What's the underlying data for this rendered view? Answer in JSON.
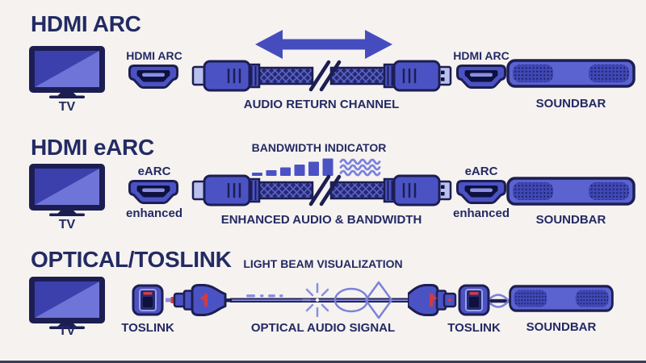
{
  "colors": {
    "background": "#f5f2f0",
    "ink": "#232a63",
    "outline": "#1c1e52",
    "primary": "#4b53c4",
    "primary_dark": "#262a6e",
    "port_opening": "#0e1040",
    "accent": "#8a8fe0",
    "wave": "#7b82dc",
    "plug_tip": "#b9c0ec",
    "red_marker": "#d23b45",
    "soundbar_body": "#5b63d0",
    "grille": "#3f48b6",
    "screen_dark": "#3b40ac",
    "screen_light": "#6f74d8",
    "arrow": "#454dbe"
  },
  "icons": {
    "tv-icon": "television set with stand",
    "hdmi-port-icon": "HDMI socket",
    "hdmi-cable-icon": "braided HDMI cable with length break",
    "double-arrow-icon": "bidirectional arrow",
    "bandwidth-bars-icon": "ascending bandwidth bars",
    "signal-waves-icon": "signal waves",
    "toslink-port-icon": "square optical socket",
    "optical-plug-icon": "TOSLINK plug with red marker",
    "light-beam-icon": "light beam with starburst, lens and prism",
    "lens-link-icon": "optical coupling lens",
    "soundbar-icon": "soundbar with speaker grilles"
  },
  "sections": [
    {
      "title": "HDMI ARC",
      "tv_label": "TV",
      "source_port_label": "HDMI ARC",
      "dest_port_label": "HDMI ARC",
      "cable_caption": "AUDIO RETURN CHANNEL",
      "soundbar_label": "SOUNDBAR"
    },
    {
      "title": "HDMI eARC",
      "indicator_label": "BANDWIDTH INDICATOR",
      "tv_label": "TV",
      "source_port_label": "eARC",
      "source_port_sublabel": "enhanced",
      "dest_port_label": "eARC",
      "dest_port_sublabel": "enhanced",
      "cable_caption": "ENHANCED AUDIO & BANDWIDTH",
      "soundbar_label": "SOUNDBAR"
    },
    {
      "title": "OPTICAL/TOSLINK",
      "indicator_label": "LIGHT BEAM VISUALIZATION",
      "tv_label": "TV",
      "source_port_label": "TOSLINK",
      "dest_port_label": "TOSLINK",
      "cable_caption": "OPTICAL AUDIO SIGNAL",
      "soundbar_label": "SOUNDBAR"
    }
  ]
}
